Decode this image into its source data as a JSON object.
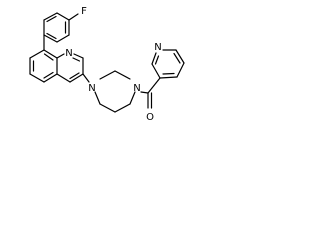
{
  "atom_labels": {
    "fluorine": "F",
    "quinoline_n": "N",
    "piperazine_n1": "N",
    "piperazine_n4": "N",
    "pyridine_n": "N",
    "carbonyl_o": "O"
  },
  "colors": {
    "bond": "#000000",
    "background": "#ffffff"
  }
}
